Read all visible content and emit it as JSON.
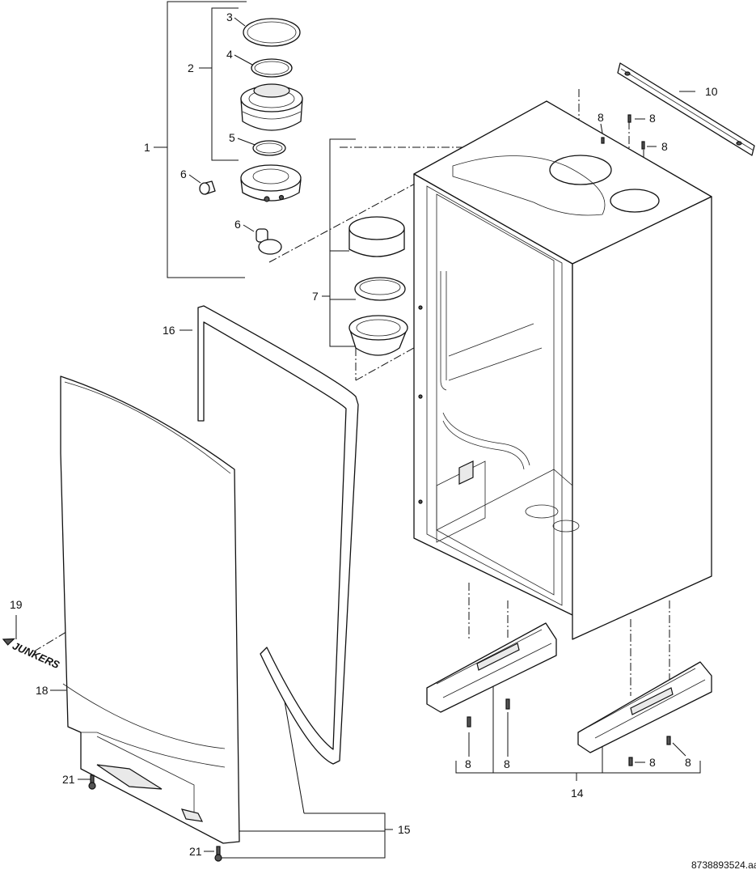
{
  "labels": {
    "l1": "1",
    "l2": "2",
    "l3": "3",
    "l4": "4",
    "l5": "5",
    "l6a": "6",
    "l6b": "6",
    "l7": "7",
    "l8a": "8",
    "l8b": "8",
    "l8c": "8",
    "l8d": "8",
    "l8e": "8",
    "l8f": "8",
    "l8g": "8",
    "l10": "10",
    "l14": "14",
    "l15": "15",
    "l16": "16",
    "l18": "18",
    "l19": "19",
    "l21a": "21",
    "l21b": "21"
  },
  "logo_text": "JUNKERS",
  "drawing_code": "8738893524.aa"
}
